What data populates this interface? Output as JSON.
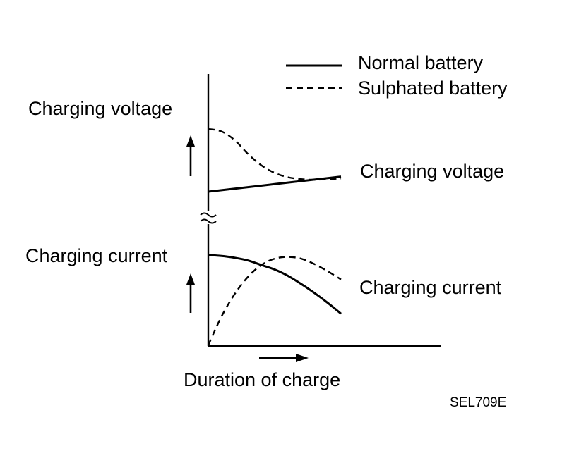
{
  "chart_data": {
    "type": "line",
    "title": "",
    "legend": {
      "placement": "top-right",
      "entries": [
        {
          "name": "Normal battery",
          "style": "solid"
        },
        {
          "name": "Sulphated battery",
          "style": "dashed"
        }
      ]
    },
    "axes": {
      "y_upper_label": "Charging voltage",
      "y_lower_label": "Charging current",
      "x_label": "Duration of charge",
      "axis_break": true,
      "ticks": "none",
      "grid": false
    },
    "panels": [
      {
        "name": "voltage",
        "curve_label": "Charging voltage",
        "xlim": [
          0,
          1
        ],
        "ylim": [
          0,
          1
        ],
        "series": [
          {
            "name": "Normal battery",
            "style": "solid",
            "x": [
              0,
              1.0
            ],
            "y": [
              0.0,
              0.24
            ]
          },
          {
            "name": "Sulphated battery",
            "style": "dashed",
            "x": [
              0,
              0.1,
              0.2,
              0.3,
              0.4,
              0.5,
              0.6,
              0.7,
              0.8,
              0.9,
              1.0
            ],
            "y": [
              1.0,
              0.96,
              0.82,
              0.6,
              0.42,
              0.3,
              0.23,
              0.2,
              0.19,
              0.2,
              0.21
            ]
          }
        ]
      },
      {
        "name": "current",
        "curve_label": "Charging current",
        "xlim": [
          0,
          1
        ],
        "ylim": [
          0,
          1
        ],
        "series": [
          {
            "name": "Normal battery",
            "style": "solid",
            "x": [
              0,
              0.1,
              0.2,
              0.3,
              0.4,
              0.5,
              0.6,
              0.7,
              0.8,
              0.9,
              1.0
            ],
            "y": [
              1.0,
              0.99,
              0.97,
              0.94,
              0.89,
              0.84,
              0.77,
              0.68,
              0.58,
              0.47,
              0.35
            ]
          },
          {
            "name": "Sulphated battery",
            "style": "dashed",
            "x": [
              0,
              0.1,
              0.2,
              0.3,
              0.4,
              0.5,
              0.6,
              0.7,
              0.8,
              0.9,
              1.0
            ],
            "y": [
              0.0,
              0.32,
              0.57,
              0.76,
              0.89,
              0.96,
              0.98,
              0.96,
              0.9,
              0.82,
              0.73
            ]
          }
        ]
      }
    ]
  },
  "figure_code": "SEL709E"
}
